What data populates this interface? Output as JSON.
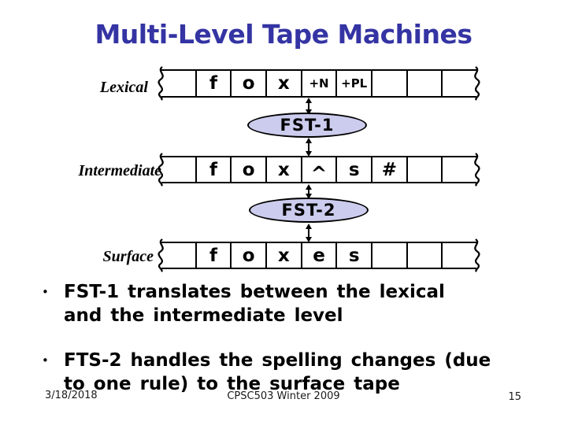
{
  "title": "Multi-Level Tape Machines",
  "bullet_char": "•",
  "bullets": [
    {
      "lines": [
        "FST-1 translates between the lexical",
        "and the intermediate level"
      ]
    },
    {
      "lines": [
        "FTS-2 handles the spelling changes (due",
        "to one rule) to the surface tape"
      ]
    }
  ],
  "footer": {
    "date": "3/18/2018",
    "course": "CPSC503 Winter 2009",
    "page": "15"
  },
  "diagram": {
    "tapes": [
      {
        "label": "Lexical",
        "cells": [
          "",
          "f",
          "o",
          "x",
          "+N",
          "+PL",
          "",
          "",
          ""
        ]
      },
      {
        "label": "Intermediate",
        "cells": [
          "",
          "f",
          "o",
          "x",
          "^",
          "s",
          "#",
          "",
          ""
        ]
      },
      {
        "label": "Surface",
        "cells": [
          "",
          "f",
          "o",
          "x",
          "e",
          "s",
          "",
          "",
          ""
        ]
      }
    ],
    "transducers": [
      {
        "label": "FST-1"
      },
      {
        "label": "FST-2"
      }
    ]
  },
  "colors": {
    "title": "#3434a4",
    "ellipse_fill": "#ccccee",
    "line": "#000000",
    "background": "#ffffff"
  }
}
